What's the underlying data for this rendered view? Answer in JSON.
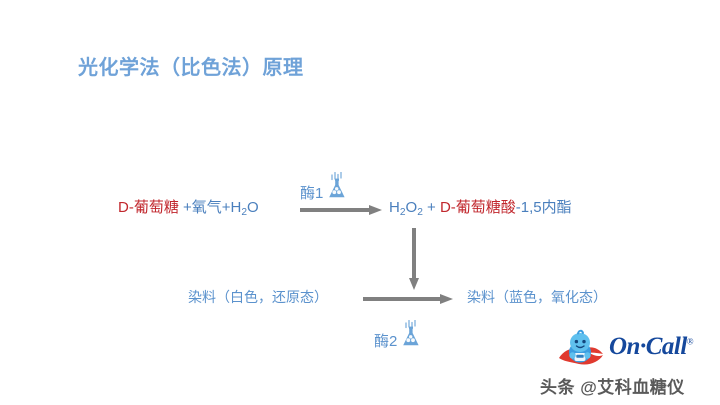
{
  "slide": {
    "title": "光化学法（比色法）原理",
    "background_color": "#ffffff",
    "title_color": "#6fa2d8"
  },
  "colors": {
    "red": "#c1272d",
    "blue": "#4a7fbd",
    "arrow_gray": "#808080",
    "enzyme_blue": "#5b92cd",
    "logo_blue": "#15489c",
    "logo_red": "#e03a2f"
  },
  "reaction": {
    "row1": {
      "left": {
        "substrate": "D-葡萄糖",
        "plus_oxygen": " +氧气+H",
        "water_sub": "2",
        "water_tail": "O"
      },
      "catalyst": {
        "label": "酶1",
        "icon": "flask-icon"
      },
      "arrow": "arrow-right",
      "right": {
        "peroxide_h": "H",
        "peroxide_sub1": "2",
        "peroxide_o": "O",
        "peroxide_sub2": "2",
        "plus": " + ",
        "product_red": "D-葡萄糖酸",
        "product_tail": "-1,5内酯"
      }
    },
    "vertical_arrow": "arrow-down",
    "row2": {
      "left_label": "染料（白色，还原态）",
      "catalyst": {
        "label": "酶2",
        "icon": "flask-icon"
      },
      "arrow": "arrow-right",
      "right_label": "染料（蓝色，氧化态）"
    }
  },
  "logo": {
    "wordmark": "On·Call",
    "registered": "®",
    "mascot": "oncall-mascot-icon"
  },
  "watermark": {
    "text": "头条 @艾科血糖仪"
  }
}
